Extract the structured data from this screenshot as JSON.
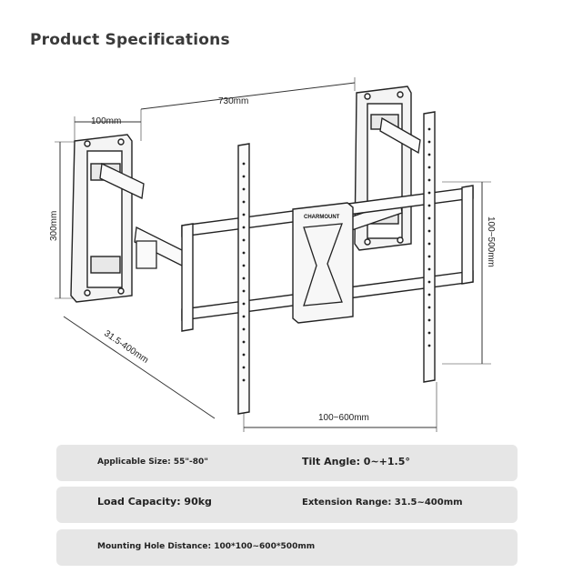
{
  "title": "Product Specifications",
  "dimensions": {
    "overall_width": "730mm",
    "plate_width": "100mm",
    "plate_height": "300mm",
    "extension": "31.5-400mm",
    "vesa_width": "100~600mm",
    "vesa_height": "100~500mm"
  },
  "brand_label": "CHARMOUNT",
  "specs": {
    "applicable_size": "Applicable Size: 55\"-80\"",
    "tilt_angle": "Tilt Angle: 0~+1.5°",
    "load_capacity": "Load Capacity: 90kg",
    "extension_range": "Extension Range: 31.5~400mm",
    "mounting_hole_distance": "Mounting Hole Distance: 100*100~600*500mm"
  }
}
